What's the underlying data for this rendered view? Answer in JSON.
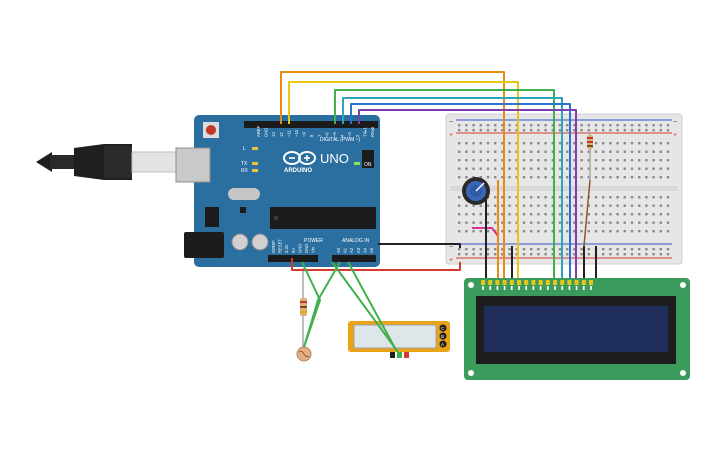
{
  "arduino": {
    "brand": "ARDUINO",
    "model": "UNO",
    "digital_label": "DIGITAL (PWM ~)",
    "power_label": "POWER",
    "analog_label": "ANALOG IN",
    "led_l": "L",
    "led_tx": "TX",
    "led_rx": "RX",
    "on_label": "ON",
    "digital_pins": [
      "AREF",
      "GND",
      "13",
      "12",
      "~11",
      "~10",
      "~9",
      "8",
      "7",
      "~6",
      "~5",
      "4",
      "~3",
      "2",
      "TX▸1",
      "RX◂0"
    ],
    "power_pins": [
      "IOREF",
      "RESET",
      "3.3V",
      "5V",
      "GND",
      "GND",
      "Vin"
    ],
    "analog_pins": [
      "A0",
      "A1",
      "A2",
      "A3",
      "A4",
      "A5"
    ]
  },
  "slide_switch": {
    "pins": [
      "C",
      "B",
      "A"
    ]
  },
  "colors": {
    "board": "#2b6fa0",
    "lcd_pcb": "#3a9b5c",
    "lcd_screen": "#1f2e5a",
    "breadboard": "#e6e6e6",
    "switch_frame": "#e8a317",
    "wire_orange": "#e88a17",
    "wire_yellow": "#e8c617",
    "wire_green": "#3fb04b",
    "wire_teal": "#2aa6b8",
    "wire_blue": "#2f72c9",
    "wire_purple": "#7a3fb0",
    "wire_red": "#d63a2f",
    "wire_black": "#222222",
    "wire_pink": "#d6368f"
  },
  "icons": [
    "usb-cable-icon",
    "potentiometer-icon",
    "photoresistor-icon",
    "resistor-icon",
    "slide-switch-icon"
  ]
}
